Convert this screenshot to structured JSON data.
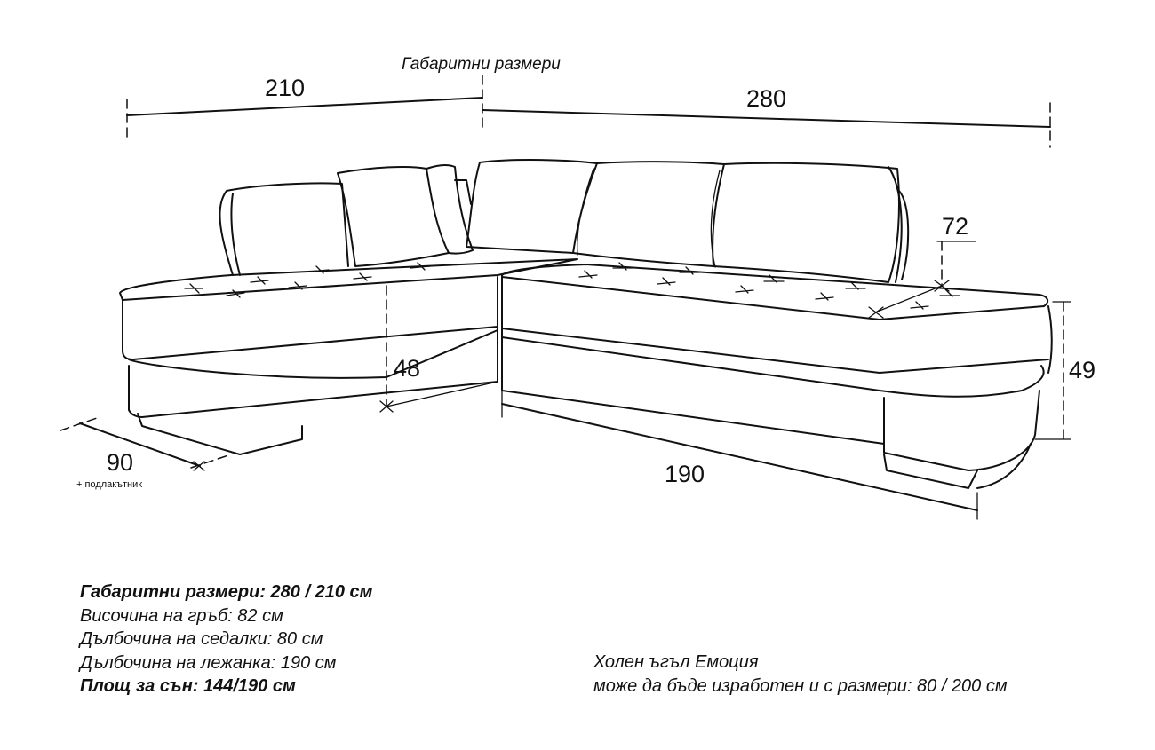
{
  "diagram": {
    "title": "Габаритни размери",
    "dimensions": {
      "left_width": "210",
      "right_width": "280",
      "armrest_depth": "72",
      "seat_height": "48",
      "total_height": "49",
      "chaise_length": "190",
      "left_depth": "90",
      "left_depth_note": "+ подлакътник"
    }
  },
  "specs": [
    {
      "text": "Габаритни размери: 280 / 210 см",
      "bold": true
    },
    {
      "text": "Височина на гръб: 82 см",
      "bold": false
    },
    {
      "text": "Дълбочина на седалки: 80 см",
      "bold": false
    },
    {
      "text": "Дълбочина на лежанка: 190 см",
      "bold": false
    },
    {
      "text": "Площ за сън: 144/190 см",
      "bold": true
    }
  ],
  "note": {
    "line1": "Холен ъгъл Емоция",
    "line2": "може да бъде изработен и с размери: 80 / 200 см"
  }
}
